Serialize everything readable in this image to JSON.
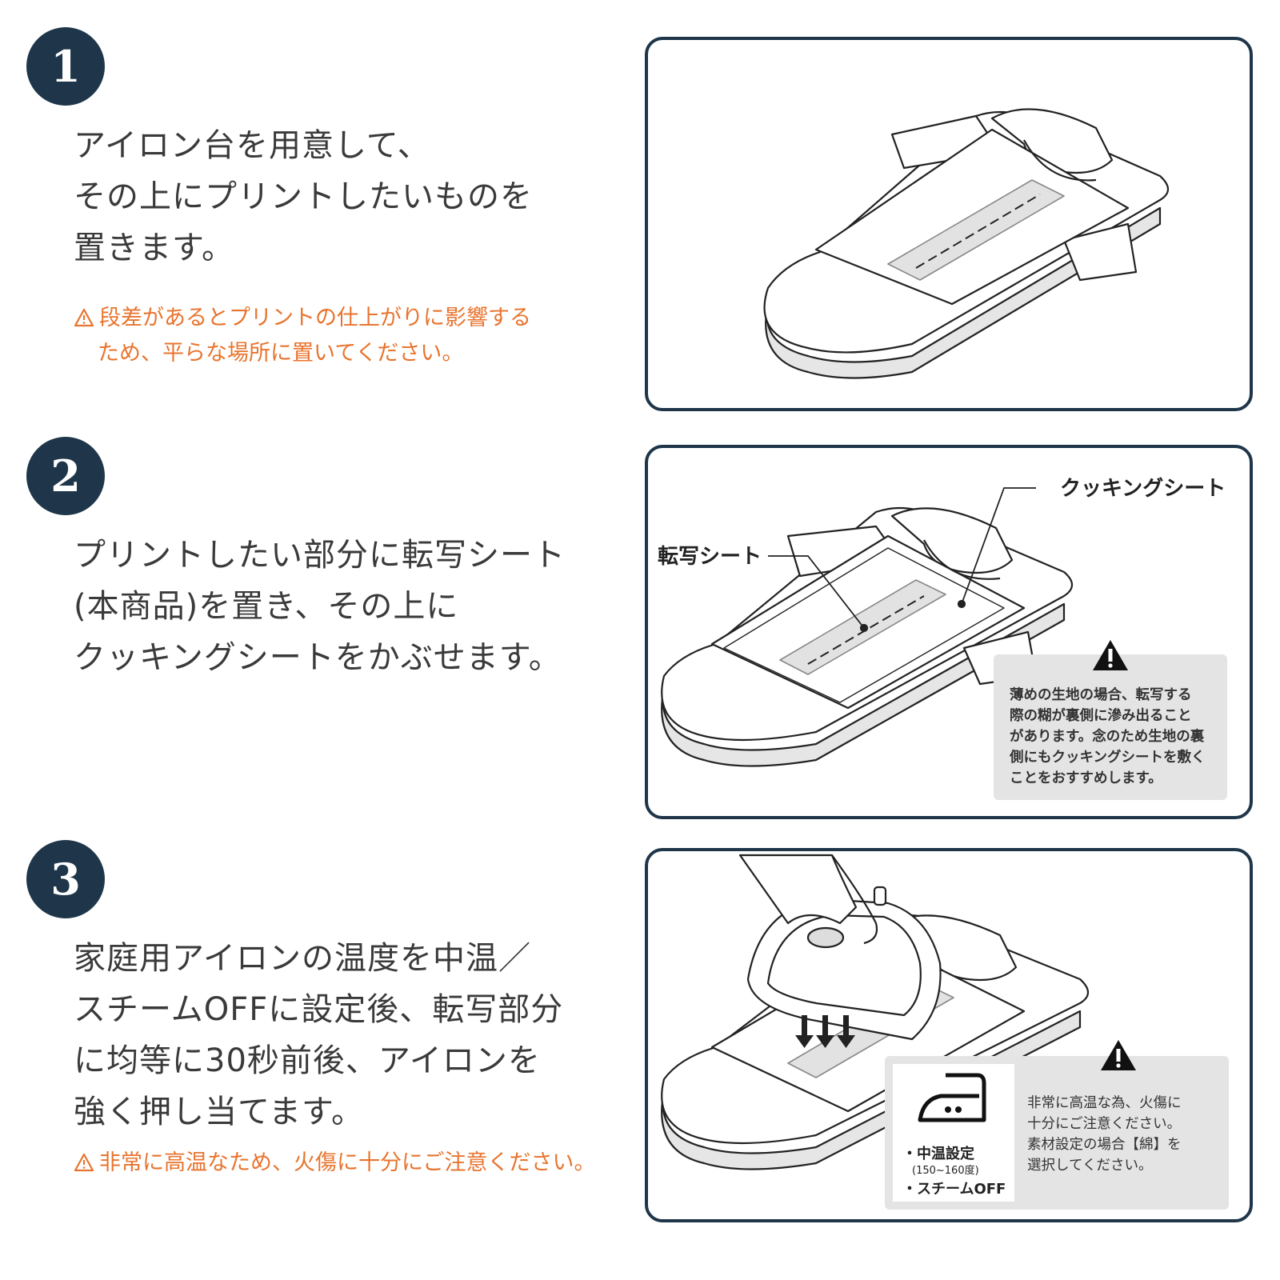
{
  "steps": [
    {
      "number": "1",
      "text": [
        "アイロン台を用意して、",
        "その上にプリントしたいものを",
        "置きます。"
      ],
      "warning": [
        "段差があるとプリントの仕上がりに影響する",
        "ため、平らな場所に置いてください。"
      ]
    },
    {
      "number": "2",
      "text": [
        "プリントしたい部分に転写シート",
        "(本商品)を置き、その上に",
        "クッキングシートをかぶせます。"
      ],
      "callouts": {
        "transfer_sheet": "転写シート",
        "cooking_sheet": "クッキングシート"
      },
      "notice": [
        "薄めの生地の場合、転写する",
        "際の糊が裏側に滲み出ること",
        "があります。念のため生地の裏",
        "側にもクッキングシートを敷く",
        "ことをおすすめします。"
      ]
    },
    {
      "number": "3",
      "text": [
        "家庭用アイロンの温度を中温／",
        "スチームOFFに設定後、転写部分",
        "に均等に30秒前後、アイロンを",
        "強く押し当てます。"
      ],
      "warning": [
        "非常に高温なため、火傷に十分にご注意ください。"
      ],
      "iron_setting": {
        "temp": "・中温設定",
        "range": "(150~160度)",
        "steam": "・スチームOFF"
      },
      "notice": [
        "非常に高温な為、火傷に",
        "十分にご注意ください。",
        "素材設定の場合【綿】を",
        "選択してください。"
      ]
    }
  ],
  "colors": {
    "badge": "#1f364a",
    "warning": "#e8742e",
    "panel_border": "#1f364a",
    "notice_bg": "#e4e4e4"
  }
}
